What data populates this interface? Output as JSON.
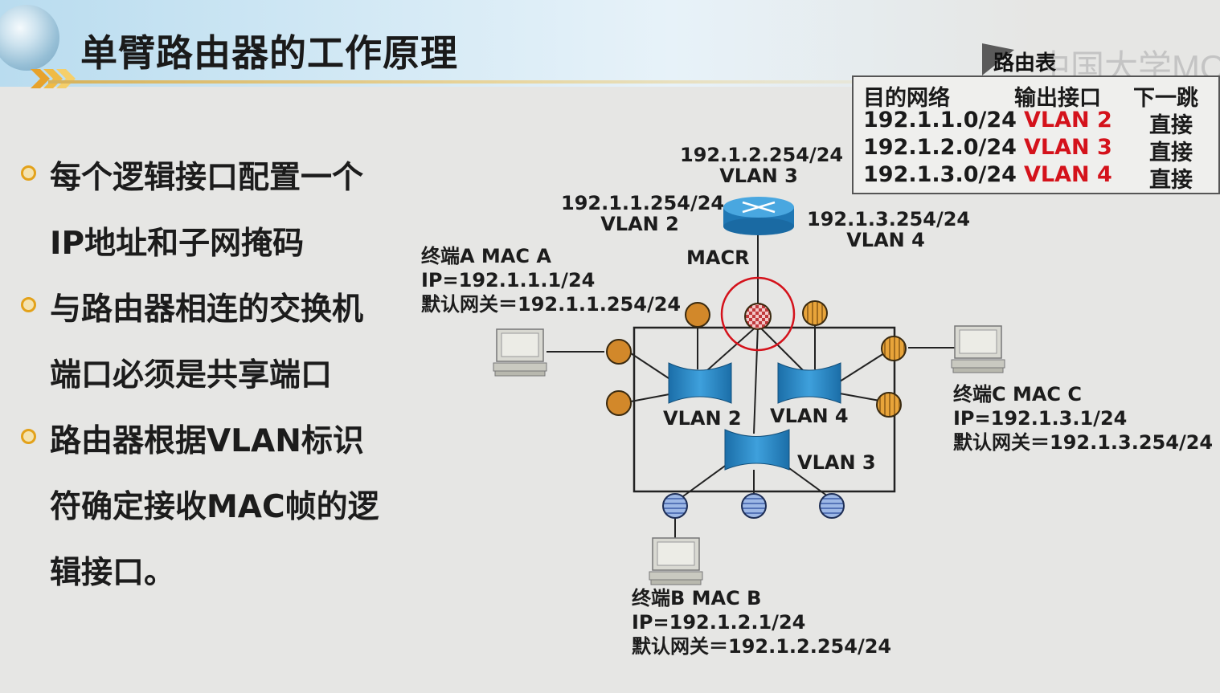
{
  "slide": {
    "title": "单臂路由器的工作原理",
    "watermark": "中国大学MOOC"
  },
  "bullets": [
    {
      "lines": [
        "每个逻辑接口配置一个",
        "IP地址和子网掩码"
      ]
    },
    {
      "lines": [
        "与路由器相连的交换机",
        "端口必须是共享端口"
      ]
    },
    {
      "lines": [
        "路由器根据VLAN标识",
        "符确定接收MAC帧的逻",
        "辑接口。"
      ]
    }
  ],
  "routing_table": {
    "label": "路由表",
    "headers": [
      "目的网络",
      "输出接口",
      "下一跳"
    ],
    "rows": [
      {
        "network": "192.1.1.0/24",
        "interface": "VLAN 2",
        "next_hop": "直接"
      },
      {
        "network": "192.1.2.0/24",
        "interface": "VLAN 3",
        "next_hop": "直接"
      },
      {
        "network": "192.1.3.0/24",
        "interface": "VLAN 4",
        "next_hop": "直接"
      }
    ]
  },
  "router": {
    "mac": "MACR",
    "interfaces": [
      {
        "ip": "192.1.1.254/24",
        "vlan": "VLAN 2"
      },
      {
        "ip": "192.1.2.254/24",
        "vlan": "VLAN 3"
      },
      {
        "ip": "192.1.3.254/24",
        "vlan": "VLAN 4"
      }
    ]
  },
  "switches": [
    "VLAN 2",
    "VLAN 4",
    "VLAN 3"
  ],
  "terminals": {
    "a": {
      "name": "终端A MAC A",
      "ip": "IP=192.1.1.1/24",
      "gateway": "默认网关＝192.1.1.254/24"
    },
    "b": {
      "name": "终端B MAC B",
      "ip": "IP=192.1.2.1/24",
      "gateway": "默认网关＝192.1.2.254/24"
    },
    "c": {
      "name": "终端C MAC C",
      "ip": "IP=192.1.3.1/24",
      "gateway": "默认网关＝192.1.3.254/24"
    }
  },
  "colors": {
    "vlan2_port": "#d2882a",
    "vlan3_port": "#7d9ed6",
    "vlan4_port": "#e6a23a",
    "switch_blue": "#1f7fc1",
    "highlight_red": "#d4121b",
    "bullet_orange": "#e3a21a"
  }
}
